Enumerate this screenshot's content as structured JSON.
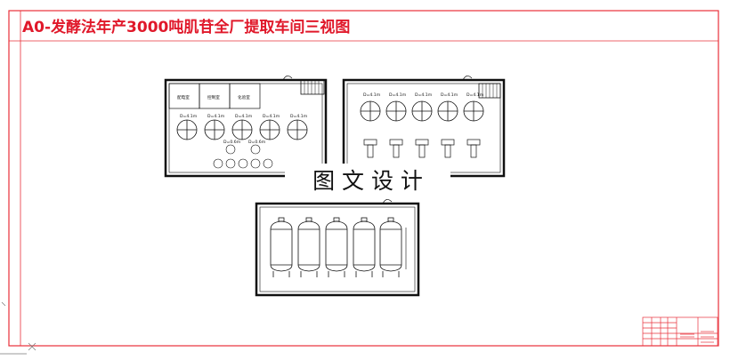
{
  "drawing_title": "A0-发酵法年产3000吨肌苷全厂提取车间三视图",
  "watermark": "图 文 设 计",
  "view_top_left": {
    "rooms": [
      "配电室",
      "控制室",
      "化验室"
    ],
    "tank_labels": [
      "D=4.1m",
      "D=4.1m",
      "D=4.1m",
      "D=4.1m",
      "D=4.1m"
    ],
    "small_labels": [
      "D=0.6m",
      "D=0.6m"
    ]
  },
  "view_top_right": {
    "tank_labels": [
      "D=4.1m",
      "D=4.1m",
      "D=4.1m",
      "D=4.1m",
      "D=4.1m"
    ]
  },
  "view_bottom": {
    "tank_count": 5
  },
  "colors": {
    "frame_red": "#e8303a",
    "title_red": "#e0182a",
    "line_black": "#111111"
  }
}
